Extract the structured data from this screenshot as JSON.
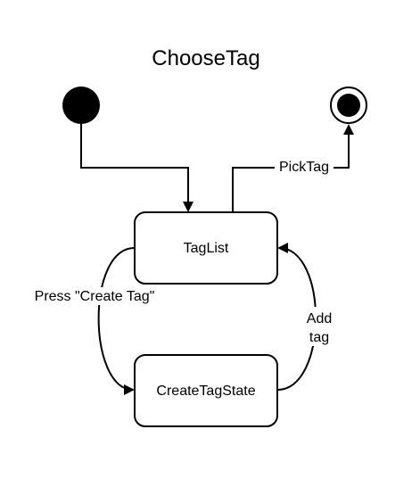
{
  "title": "ChooseTag",
  "states": {
    "tag_list": "TagList",
    "create_tag_state": "CreateTagState"
  },
  "transitions": {
    "pick_tag": "PickTag",
    "press_create_tag": "Press \"Create Tag\"",
    "add_tag_line1": "Add",
    "add_tag_line2": "tag"
  },
  "colors": {
    "stroke": "#000000",
    "fill": "#ffffff"
  }
}
